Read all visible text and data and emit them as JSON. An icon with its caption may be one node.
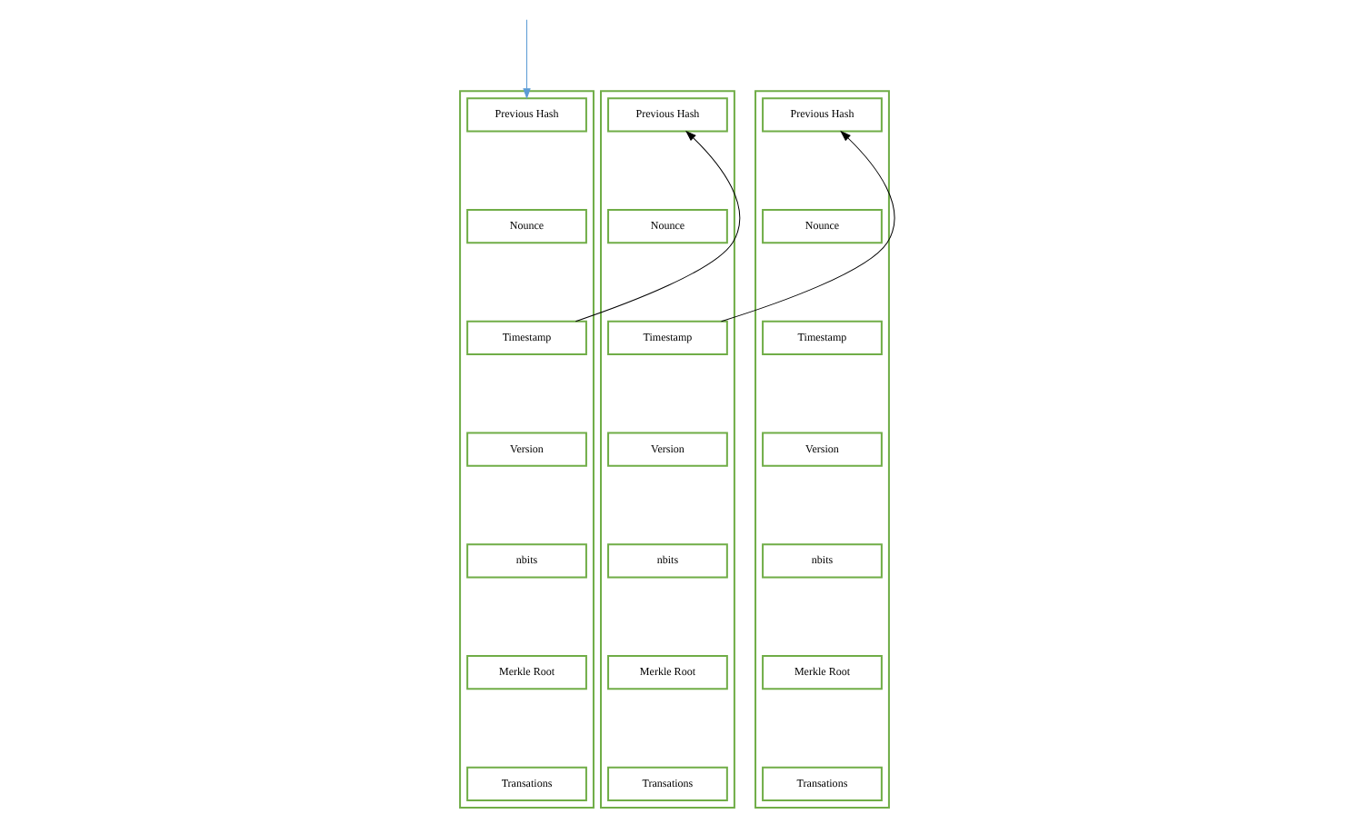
{
  "diagram": {
    "nodes": [
      {
        "text": [],
        "shape": "box"
      },
      {
        "text": [
          "Previous Hash"
        ],
        "in": 0
      },
      {
        "text": [
          "Nounce"
        ],
        "in": 0
      },
      {
        "text": [
          "Timestamp"
        ],
        "in": 0
      },
      {
        "text": [
          "Version"
        ],
        "in": 0
      },
      {
        "text": [
          "nbits"
        ],
        "in": 0
      },
      {
        "text": [
          "Merkle Root"
        ],
        "in": 0
      },
      {
        "text": [
          "Transations"
        ],
        "in": 0
      },
      {
        "text": [],
        "shape": "box"
      },
      {
        "text": [
          "Previous Hash"
        ],
        "in": 8
      },
      {
        "text": [
          "Nounce"
        ],
        "in": 8
      },
      {
        "text": [
          "Timestamp"
        ],
        "in": 8
      },
      {
        "text": [
          "Version"
        ],
        "in": 8
      },
      {
        "text": [
          "nbits"
        ],
        "in": 8
      },
      {
        "text": [
          "Merkle Root"
        ],
        "in": 8
      },
      {
        "text": [
          "Transations"
        ],
        "in": 8
      },
      {
        "text": [],
        "shape": "box"
      },
      {
        "text": [
          "Previous Hash"
        ],
        "in": 16
      },
      {
        "text": [
          "Nounce"
        ],
        "in": 16
      },
      {
        "text": [
          "Timestamp"
        ],
        "in": 16
      },
      {
        "text": [
          "Version"
        ],
        "in": 16
      },
      {
        "text": [
          "nbits"
        ],
        "in": 16
      },
      {
        "text": [
          "Merkle Root"
        ],
        "in": 16
      },
      {
        "text": [
          "Transations"
        ],
        "in": 16
      }
    ],
    "edges": [
      {
        "from": null,
        "to": 1,
        "arrow": "to",
        "color": "#5b9bd5"
      },
      {
        "from": 3,
        "to": 9,
        "arrow": "to"
      },
      {
        "from": 11,
        "to": 17,
        "arrow": "to"
      }
    ]
  }
}
